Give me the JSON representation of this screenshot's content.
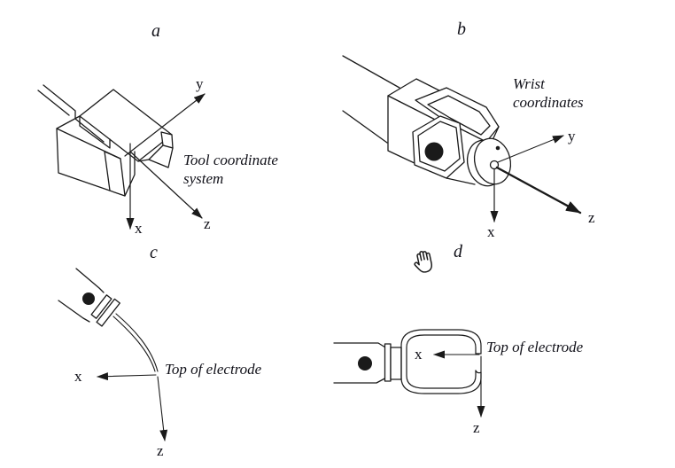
{
  "colors": {
    "background": "#ffffff",
    "line": "#1a1a1a",
    "text": "#101018"
  },
  "panels": {
    "a": {
      "label": "a",
      "caption_line1": "Tool coordinate",
      "caption_line2": "system",
      "axis_x": "x",
      "axis_y": "y",
      "axis_z": "z"
    },
    "b": {
      "label": "b",
      "caption_line1": "Wrist",
      "caption_line2": "coordinates",
      "axis_x": "x",
      "axis_y": "y",
      "axis_z": "z"
    },
    "c": {
      "label": "c",
      "caption": "Top of electrode",
      "axis_x": "x",
      "axis_z": "z"
    },
    "d": {
      "label": "d",
      "caption": "Top of electrode",
      "hand_icon": "hand-cursor",
      "axis_x": "x",
      "axis_z": "z"
    }
  }
}
